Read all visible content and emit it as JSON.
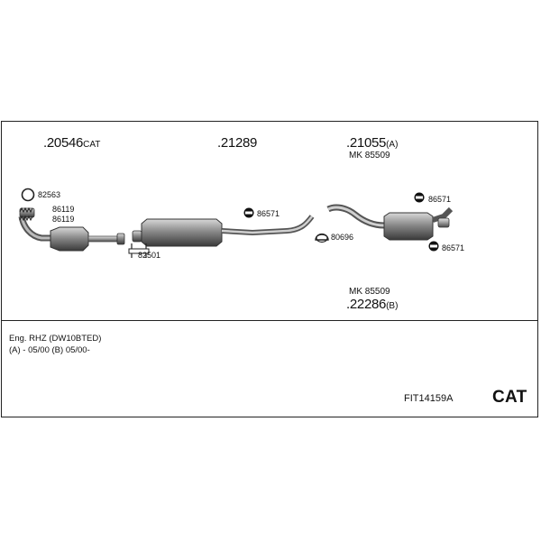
{
  "parts": {
    "p20546": {
      "number": ".20546",
      "suffix": "CAT"
    },
    "p21289": {
      "number": ".21289"
    },
    "p21055": {
      "number": ".21055",
      "suffix": "(A)",
      "mk": "MK 85509"
    },
    "p22286": {
      "number": ".22286",
      "suffix": "(B)",
      "mk": "MK 85509"
    }
  },
  "fittings": {
    "f82563": "82563",
    "f86119a": "86119",
    "f86119b": "86119",
    "f82501": "82501",
    "f86571a": "86571",
    "f80696": "80696",
    "f86571b": "86571",
    "f86571c": "86571"
  },
  "engine": {
    "line1": "Eng. RHZ (DW10BTED)",
    "line2": "(A) - 05/00 (B) 05/00-"
  },
  "footer": {
    "code": "FIT14159A",
    "cat": "CAT"
  },
  "icons": [
    "clamp-ring-icon",
    "spring-gasket-icon",
    "rubber-hanger-icon",
    "bracket-clamp-icon",
    "u-clamp-icon"
  ]
}
